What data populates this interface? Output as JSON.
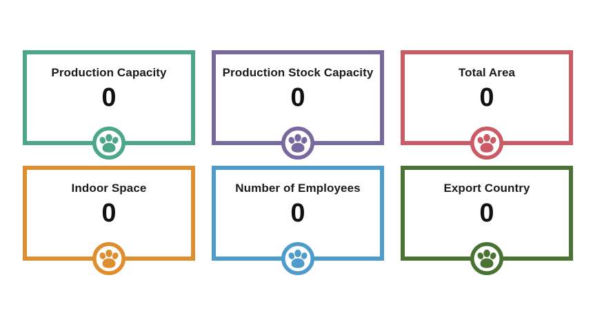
{
  "page": {
    "background": "#ffffff",
    "text_color": "#1b1b1b"
  },
  "cards": [
    {
      "title": "Production Capacity",
      "value": "0",
      "color": "#4BA788",
      "icon": "paw-icon"
    },
    {
      "title": "Production Stock Capacity",
      "value": "0",
      "color": "#77699E",
      "icon": "paw-icon"
    },
    {
      "title": "Total Area",
      "value": "0",
      "color": "#CB5A64",
      "icon": "paw-icon"
    },
    {
      "title": "Indoor Space",
      "value": "0",
      "color": "#DF8E2E",
      "icon": "paw-icon"
    },
    {
      "title": "Number of Employees",
      "value": "0",
      "color": "#4E9CCB",
      "icon": "paw-icon"
    },
    {
      "title": "Export Country",
      "value": "0",
      "color": "#4A7233",
      "icon": "paw-icon"
    }
  ],
  "chart_data": {
    "type": "table",
    "title": "",
    "categories": [
      "Production Capacity",
      "Production Stock Capacity",
      "Total Area",
      "Indoor Space",
      "Number of Employees",
      "Export Country"
    ],
    "values": [
      0,
      0,
      0,
      0,
      0,
      0
    ],
    "layout": "kpi-cards-grid-2x3",
    "card_colors": [
      "#4BA788",
      "#77699E",
      "#CB5A64",
      "#DF8E2E",
      "#4E9CCB",
      "#4A7233"
    ]
  }
}
